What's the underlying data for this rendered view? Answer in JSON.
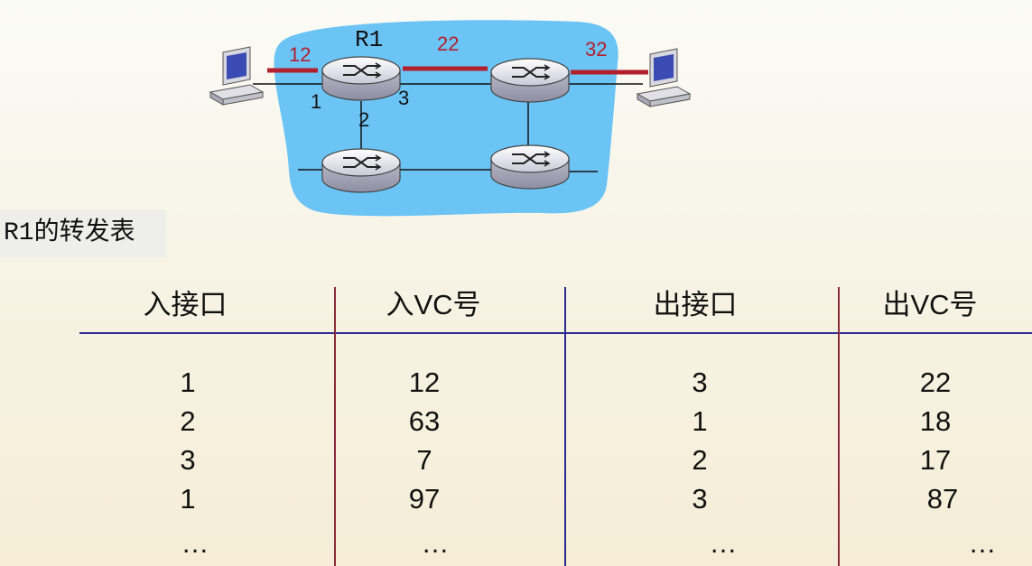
{
  "diagram": {
    "router_name": "R1",
    "vc_labels": {
      "left": "12",
      "middle": "22",
      "right": "32"
    },
    "ports": {
      "p1": "1",
      "p2": "2",
      "p3": "3"
    }
  },
  "table": {
    "title": "R1的转发表",
    "headers": [
      "入接口",
      "入VC号",
      "出接口",
      "出VC号"
    ],
    "rows": [
      [
        "1",
        "12",
        "3",
        "22"
      ],
      [
        "2",
        "63",
        "1",
        "18"
      ],
      [
        "3",
        "7",
        "2",
        "17"
      ],
      [
        "1",
        "97",
        "3",
        "87"
      ],
      [
        "…",
        "…",
        "…",
        "…"
      ]
    ]
  },
  "colors": {
    "cloud": "#6cc4f5",
    "vc_link": "#b21f2d",
    "divider_red": "#8b2c3a",
    "divider_blue": "#2c2a8f"
  }
}
